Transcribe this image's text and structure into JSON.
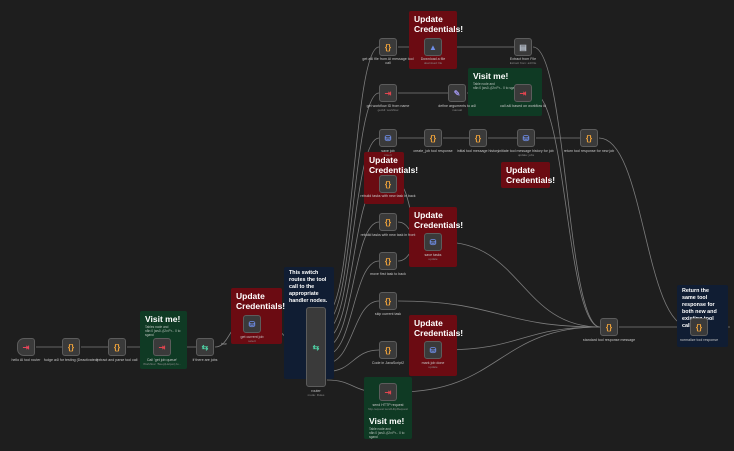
{
  "stickies": {
    "update1": {
      "title": "Update Credentials!"
    },
    "update2": {
      "title": "Update Credentials!"
    },
    "update3": {
      "title": "Update Credentials!"
    },
    "update4": {
      "title": "Update Credentials!"
    },
    "update5": {
      "title": "Update Credentials!"
    },
    "update6": {
      "title": "Update Credentials!"
    },
    "visit1": {
      "title": "Visit me!",
      "body": "Tables node and\nn8n:0 (ws0..(t2v:Pr... 0 to sgand"
    },
    "visit2": {
      "title": "Visit me!",
      "body": "Table node and\nn8n:0 (ws0..(t2v:Pr... 0 to sgand"
    },
    "visit3": {
      "title": "Visit me!",
      "body": "Table node and\nn8n:0 (ws0..(t2v:Pr... 0 to sgand"
    },
    "switch_note": {
      "title": "This switch routes the tool call to the appropriate handler nodes."
    },
    "return_note": {
      "title": "Return the same tool response for both new and existing tool calls."
    }
  },
  "nodes": {
    "hello_tool": {
      "label": "hello AI tool router",
      "sub": ""
    },
    "fudge": {
      "label": "fudge a4l for testing (Deactivated)",
      "sub": ""
    },
    "extract": {
      "label": "extract and parse tool call",
      "sub": ""
    },
    "call_get_job": {
      "label": "Call 'get job queue'",
      "sub": "Workflow: 'Beep|Helper(Ju..."
    },
    "if_jobs": {
      "label": "if there are jobs",
      "sub": ""
    },
    "get_job": {
      "label": "get current job",
      "sub": "select"
    },
    "router": {
      "label": "router",
      "sub": "mode: Rules"
    },
    "get_a4l": {
      "label": "get a4l file from AI message tool call",
      "sub": ""
    },
    "download": {
      "label": "Download a file",
      "sub": "download: file"
    },
    "extract_file": {
      "label": "Extract from File",
      "sub": "Extract from: a4l file"
    },
    "get_workflow": {
      "label": "get workflow ID from name",
      "sub": "getAll: workflow"
    },
    "define_args": {
      "label": "define arguments to a4l",
      "sub": "manual"
    },
    "call_a4l": {
      "label": "call a4l based on workflow id",
      "sub": ""
    },
    "save_job": {
      "label": "save job",
      "sub": "insert"
    },
    "create_job_resp": {
      "label": "create_job tool response",
      "sub": ""
    },
    "init_history": {
      "label": "initial tool message history",
      "sub": ""
    },
    "init_job_history": {
      "label": "initiate tool message history for job",
      "sub": "update: jobs"
    },
    "return_new_job": {
      "label": "return tool response for new job",
      "sub": ""
    },
    "rebuild_back": {
      "label": "rebuild tasks with new task in back",
      "sub": ""
    },
    "rebuild_front": {
      "label": "rebuild tasks with new task in front",
      "sub": ""
    },
    "move_first": {
      "label": "move first task to back",
      "sub": ""
    },
    "save_tasks": {
      "label": "save tasks",
      "sub": "update"
    },
    "skip_task": {
      "label": "skip current task",
      "sub": ""
    },
    "code_js": {
      "label": "Code in JavaScript2",
      "sub": ""
    },
    "mark_job": {
      "label": "mark job done",
      "sub": "update"
    },
    "send_http": {
      "label": "send HTTP request",
      "sub": "http-request:sendHttpRequest"
    },
    "std_resp": {
      "label": "standard tool response message",
      "sub": ""
    },
    "normalize": {
      "label": "normalize tool response",
      "sub": ""
    }
  },
  "edge_labels": {
    "true_1": "true",
    "true_2": "true"
  },
  "icons": {
    "code": "code-braces-icon",
    "workflow": "execute-workflow-icon",
    "database": "database-icon",
    "if": "if-branch-icon",
    "switch": "switch-router-icon",
    "file": "file-extract-icon",
    "drive": "google-drive-icon",
    "pencil": "edit-fields-icon",
    "trigger": "trigger-icon"
  },
  "colors": {
    "background": "#1e1e1e",
    "sticky_red": "#6b0b12",
    "sticky_green": "#0f3a24",
    "sticky_navy": "#101d33",
    "edge": "#7d7d7d",
    "node": "#3a3a3a"
  }
}
